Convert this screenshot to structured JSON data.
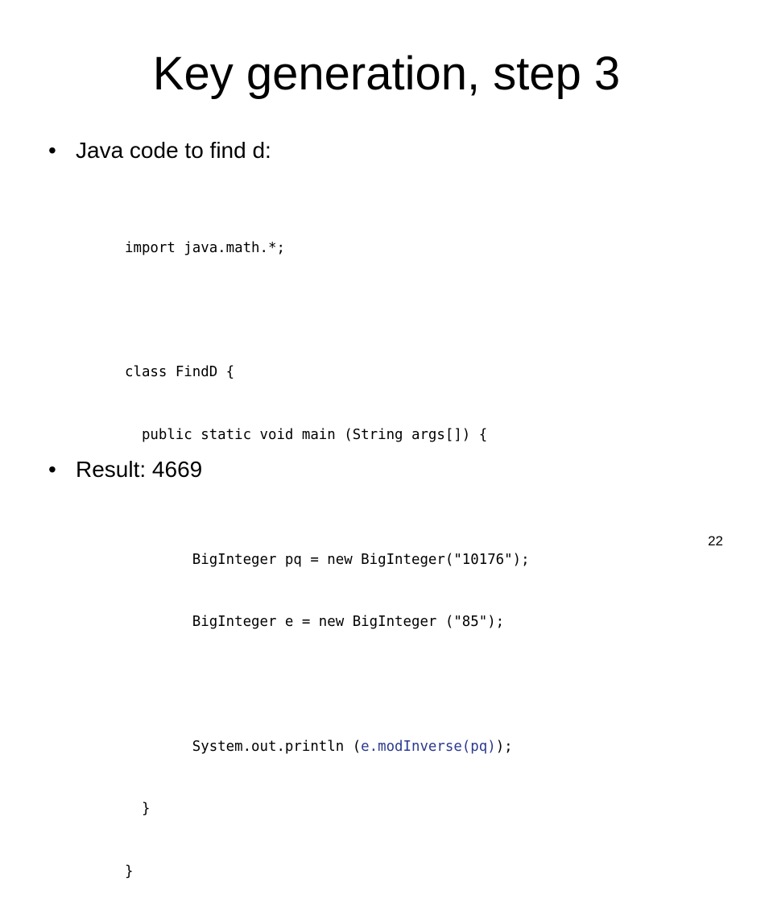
{
  "slide": {
    "title": "Key generation, step 3",
    "bullets": [
      {
        "marker": "•",
        "text": "Java code to find d:"
      },
      {
        "marker": "•",
        "text": "Result: 4669"
      }
    ],
    "code": {
      "lines": [
        "import java.math.*;",
        "",
        "class FindD {",
        "  public static void main (String args[]) {",
        "",
        "        BigInteger pq = new BigInteger(\"10176\");",
        "        BigInteger e = new BigInteger (\"85\");",
        "",
        "        System.out.println ("
      ],
      "highlight": "e.modInverse(pq)",
      "println_suffix": ");",
      "closing_lines": [
        "  }",
        "}"
      ],
      "highlight_color": "#2b3a8f"
    },
    "page_number": "22"
  }
}
